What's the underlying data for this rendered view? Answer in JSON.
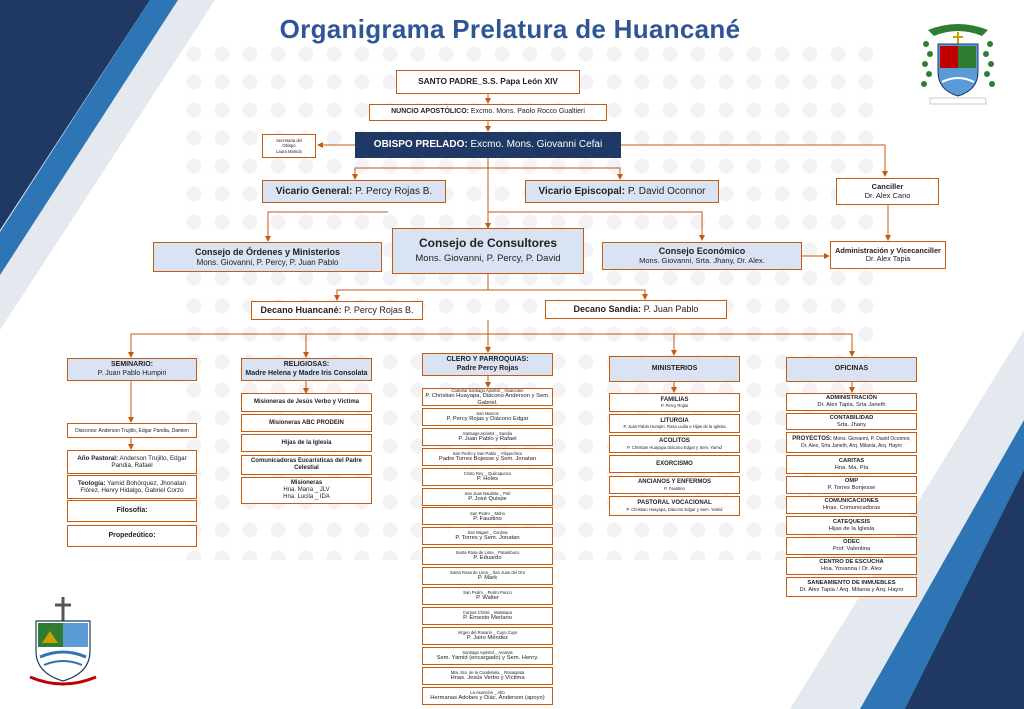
{
  "title": "Organigrama Prelatura de Huancané",
  "colors": {
    "title": "#2f5597",
    "line": "#c55a11",
    "box_blue": "#dae3f3",
    "box_dark": "#1f3864"
  },
  "papa": "SANTO PADRE_S.S. Papa León XIV",
  "nuncio": {
    "label": "NUNCIO APOSTÓLICO:",
    "name": " Excmo. Mons. Paolo Rocco Gualtieri"
  },
  "secretaria": [
    "Secretaria del",
    "Obispo",
    "Laura Mamdo"
  ],
  "obispo": {
    "label": "OBISPO PRELADO:",
    "name": " Excmo. Mons. Giovanni Cefai"
  },
  "vicario_general": {
    "label": "Vicario General:",
    "name": " P. Percy Rojas B."
  },
  "vicario_episcopal": {
    "label": "Vicario Episcopal:",
    "name": " P. David Oconnor"
  },
  "canciller": {
    "label": "Canciller",
    "name": "Dr. Alex Cano"
  },
  "consultores": {
    "label": "Consejo de Consultores",
    "members": "Mons. Giovanni, P. Percy, P. David"
  },
  "ordenes": {
    "label": "Consejo de Órdenes y Ministerios",
    "members": "Mons. Giovanni, P. Percy, P. Juan Pablo"
  },
  "economico": {
    "label": "Consejo Económico",
    "members": "Mons. Giovanni, Srta. Jhany, Dr. Alex."
  },
  "administracion": {
    "label": "Administración y Vicecanciller",
    "name": "Dr. Alex Tapia"
  },
  "decano_huancane": {
    "label": "Decano Huancané:",
    "name": " P. Percy Rojas B."
  },
  "decano_sandia": {
    "label": "Decano Sandia:",
    "name": " P. Juan Pablo"
  },
  "seminario": {
    "header": "SEMINARIO:",
    "rector": "P. Juan Pablo Humpiri",
    "diaconos": "Diáconos: Anderson Trujillo, Edgar Pandia, Damien",
    "pastoral": {
      "label": "Año Pastoral:",
      "text": " Anderson Trujillo, Edgar Pandia, Rafael"
    },
    "teologia": {
      "label": "Teología:",
      "text": " Yamid Bohórquez, Jhonatan Flórez, Henry Hidalgo, Gabriel Corzo"
    },
    "filosofia": "Filosofía:",
    "propedeutico": "Propedeútico:"
  },
  "religiosas": {
    "header": "RELIGIOSAS:",
    "leaders": "Madre Helena y Madre Iris Consolata",
    "items": [
      {
        "name": "Misioneras de Jesús Verbo y Víctima"
      },
      {
        "name": "Misioneras ABC PRODEIN"
      },
      {
        "name": "Hijas de la Iglesia"
      },
      {
        "name": "Comunicadoras Eucarísticas del Padre Celestial"
      },
      {
        "name": "Misioneras",
        "detail": [
          "Hna. María _ JLV",
          "Hna. Lucila _ IDA"
        ]
      }
    ]
  },
  "clero": {
    "header": "CLERO Y PARROQUIAS:",
    "leader": "Padre Percy Rojas",
    "parishes": [
      {
        "name": "Catedral Santiago Apóstol _ Huancané",
        "priest": "P. Christian Huayapa, Diácono Anderson y Sem. Gabriel."
      },
      {
        "name": "San Marcos",
        "priest": "P. Percy Rojas y Diácono Edgar"
      },
      {
        "name": "Santiago Apóstol _ Sandia",
        "priest": "P. Juan Pablo y Rafael"
      },
      {
        "name": "San Pedro y San Pablo _ Vilquechico",
        "priest": "Padre Torres Bojesse y Sem. Jonatan"
      },
      {
        "name": "Cristo Rey _ Quilcapunco",
        "priest": "P. Holes"
      },
      {
        "name": "San Juan Bautista _ Putí",
        "priest": "P. José Quispe"
      },
      {
        "name": "San Pedro _ Moho",
        "priest": "P. Faustino"
      },
      {
        "name": "San Miguel _ Conima",
        "priest": "P. Torres y Sem. Jonatan"
      },
      {
        "name": "Santa Rosa de Lima _ Patambuco",
        "priest": "P. Eduardo"
      },
      {
        "name": "Santa Rosa de Lima _ San Juan del Oro",
        "priest": "P. Mark"
      },
      {
        "name": "San Pedro _ Pedro Punco",
        "priest": "P. Walter"
      },
      {
        "name": "Corpus Christi _ Massiapo",
        "priest": "P. Ernesto Merlano"
      },
      {
        "name": "Virgen del Rosario _ Cuyo Cuyo",
        "priest": "P. Jairo Méndez"
      },
      {
        "name": "Santiago Apóstol _ Aramas",
        "priest": "Sem. Yamid (encargado) y Sem. Henry."
      },
      {
        "name": "Mta. Sra. de la Candelaria _ Rosaspata",
        "priest": "Hnas. Jesús Verbo y Víctima"
      },
      {
        "name": "La Asunción _ Alto",
        "priest": "Hermanas Adobes y Diác. Anderson (apoyo)"
      }
    ]
  },
  "ministerios": {
    "header": "MINISTERIOS",
    "items": [
      {
        "name": "FAMILIAS",
        "detail": "P. Percy Rojas"
      },
      {
        "name": "LITURGIA",
        "detail": "P. Juan Pablo Humpiri, Rosa Ludia e Hijas de la Iglesia"
      },
      {
        "name": "ACOLITOS",
        "detail": "P. Christian Huayapa Diácono Edgar y Sem. Yamid"
      },
      {
        "name": "EXORCISMO",
        "detail": ""
      },
      {
        "name": "ANCIANOS Y ENFERMOS",
        "detail": "P. Faustino"
      },
      {
        "name": "PASTORAL VOCACIONAL",
        "detail": "P. Christian Huayapa, Diácono Edgar y Sem. Yamid"
      }
    ]
  },
  "oficinas": {
    "header": "OFICINAS",
    "items": [
      {
        "name": "ADMINISTRACIÓN",
        "detail": "Dr. Alex Tapia, Srta Janeth"
      },
      {
        "name": "CONTABILIDAD",
        "detail": "Srta. Jhany"
      },
      {
        "name": "PROYECTOS:",
        "detail": "Mons. Giovanni, P. David Oconnor, Dr. Alex, Srta Janeth, Arq. Milania, Arq. Hayro",
        "inline": true
      },
      {
        "name": "CARITAS",
        "detail": "Hna. Ma. Pía"
      },
      {
        "name": "OMP",
        "detail": "P. Torres Bonjesse"
      },
      {
        "name": "COMUNICACIONES",
        "detail": "Hnas. Comunicadoras"
      },
      {
        "name": "CATEQUESIS",
        "detail": "Hijas de la Iglesia"
      },
      {
        "name": "ODEC",
        "detail": "Prof. Valentina"
      },
      {
        "name": "CENTRO DE ESCUCHA",
        "detail": "Hna. Yovanna / Dr. Alex"
      },
      {
        "name": "SANEAMIENTO DE INMUEBLES",
        "detail": "Dr. Alex Tapia / Arq. Milania y Arq. Hayro"
      }
    ]
  }
}
